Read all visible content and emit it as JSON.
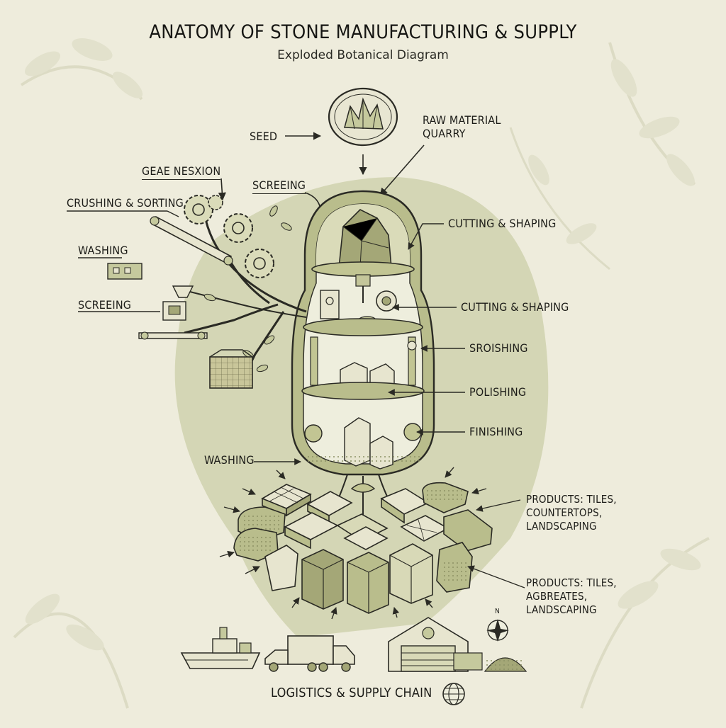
{
  "header": {
    "title": "ANATOMY OF STONE MANUFACTURING & SUPPLY",
    "subtitle": "Exploded Botanical Diagram"
  },
  "labels": {
    "seed": "SEED",
    "raw_material": "RAW MATERIAL\nQUARRY",
    "gene_nexion": "GEAE NESXION",
    "screeing_top": "SCREEING",
    "crushing_sorting": "CRUSHING & SORTING",
    "washing_left": "WASHING",
    "screeing_left": "SCREEING",
    "cutting_shaping_1": "CUTTING & SHAPING",
    "cutting_shaping_2": "CUTTING & SHAPING",
    "sroishing": "SROISHING",
    "polishing": "POLISHING",
    "finishing": "FINISHING",
    "washing_bottom": "WASHING",
    "products_1": "PRODUCTS: TILES,\nCOUNTERTOPS,\nLANDSCAPING",
    "products_2": "PRODUCTS: TILES,\nAGBREATES,\nLANDSCAPING",
    "compass_n": "N",
    "logistics": "LOGISTICS & SUPPLY CHAIN"
  },
  "colors": {
    "background": "#eeecdc",
    "sage_blob": "#d3d6b4",
    "sage_fill": "#c5c99d",
    "sage_dark": "#a9ad7d",
    "ink": "#2a2a24",
    "leaf_watermark": "#e0dfc9"
  },
  "icons": [
    "crystal-icon",
    "gear-icon",
    "conveyor-icon",
    "truck-icon",
    "ship-icon",
    "warehouse-icon",
    "compass-icon",
    "globe-icon",
    "stone-block-icon"
  ]
}
